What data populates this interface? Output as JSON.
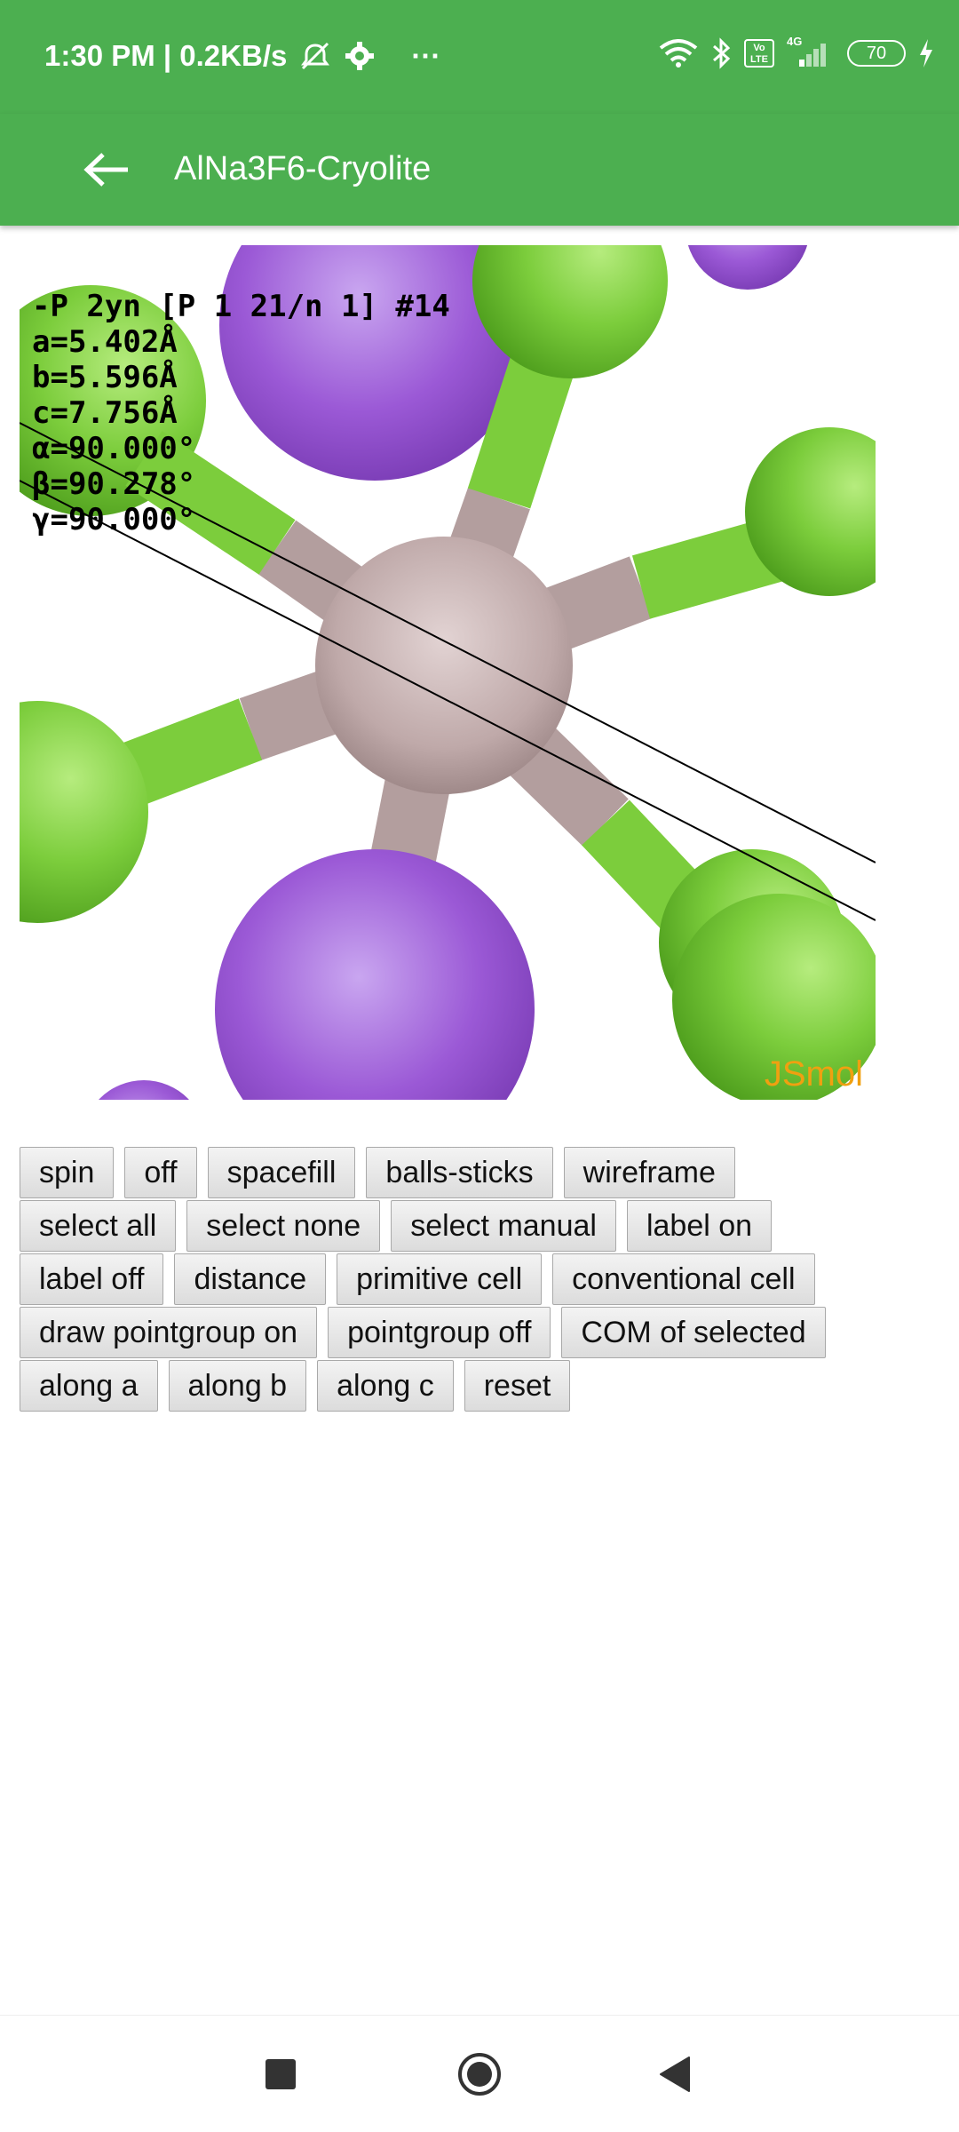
{
  "status_bar": {
    "time_speed": "1:30 PM | 0.2KB/s",
    "more": "···",
    "network_type": "4G",
    "volte_label": "Vo LTE",
    "battery_level": "70"
  },
  "app_bar": {
    "title": "AlNa3F6-Cryolite"
  },
  "viewer": {
    "info_lines": [
      "-P 2yn [P 1 21/n 1] #14",
      "a=5.402Å",
      "b=5.596Å",
      "c=7.756Å",
      "α=90.000°",
      "β=90.278°",
      "γ=90.000°"
    ],
    "watermark": "JSmol",
    "colors": {
      "fluorine": "#7ccd3c",
      "sodium": "#9b59d6",
      "aluminum": "#bfa9a9"
    }
  },
  "buttons": [
    [
      "spin",
      "off",
      "spacefill",
      "balls-sticks",
      "wireframe"
    ],
    [
      "select all",
      "select none",
      "select manual",
      "label on"
    ],
    [
      "label off",
      "distance",
      "primitive cell",
      "conventional cell"
    ],
    [
      "draw pointgroup on",
      "pointgroup off",
      "COM of selected"
    ],
    [
      "along a",
      "along b",
      "along c",
      "reset"
    ]
  ],
  "theme": {
    "primary": "#4caf50"
  }
}
